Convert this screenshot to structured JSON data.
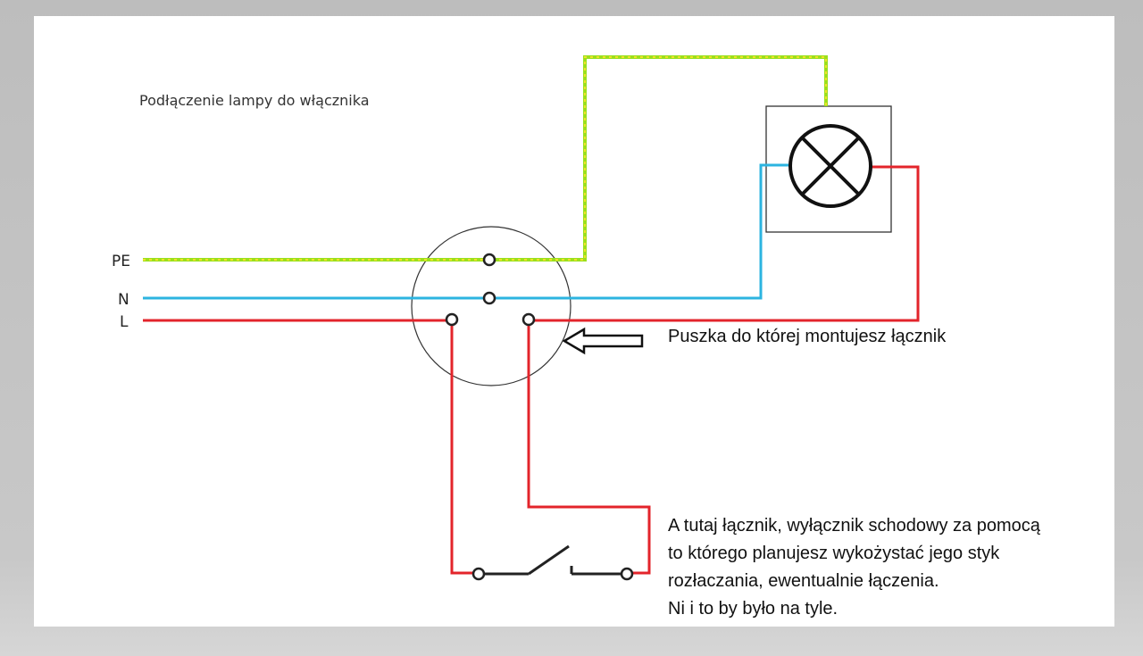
{
  "title": "Podłączenie lampy do włącznika",
  "conductors": {
    "pe_label": "PE",
    "n_label": "N",
    "l_label": "L"
  },
  "colors": {
    "pe_wire": "#9be01c",
    "pe_dots": "#f0e22a",
    "n_wire": "#2cb4e0",
    "l_wire": "#e3242b",
    "switch_wire": "#222222"
  },
  "annotations": {
    "box_note": "Puszka do której montujesz łącznik",
    "switch_note_lines": [
      "A tutaj łącznik, wyłącznik schodowy za pomocą",
      "to którego planujesz wykożystać jego styk",
      "rozłaczania, ewentualnie łączenia.",
      "Ni i to by było na tyle."
    ]
  }
}
